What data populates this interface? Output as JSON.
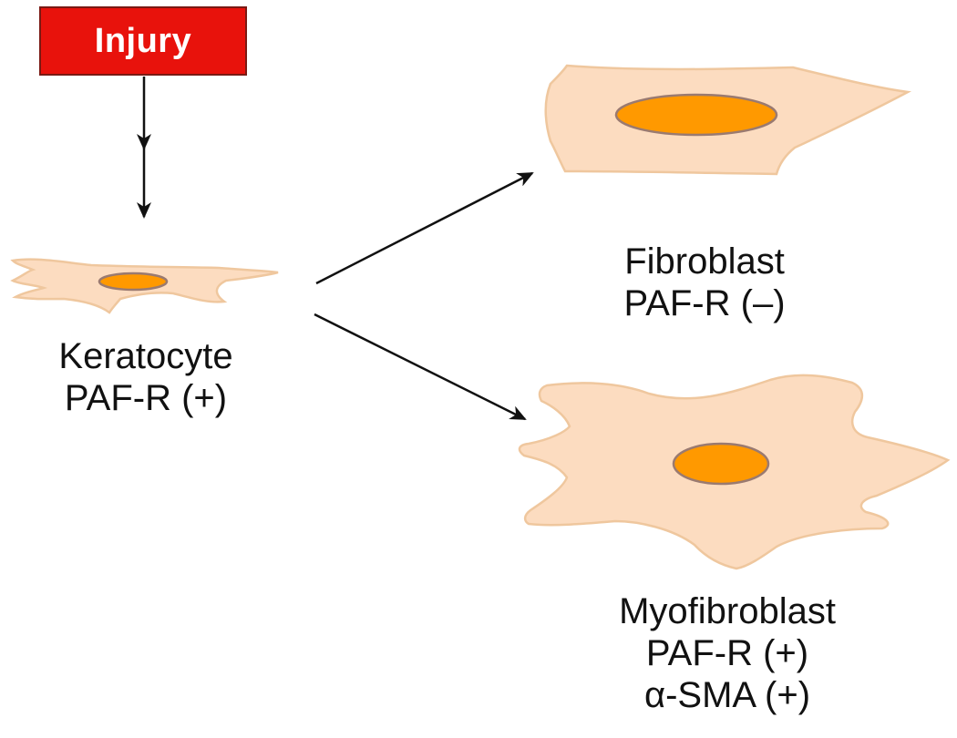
{
  "injury": {
    "label": "Injury",
    "color": "#e8120c"
  },
  "keratocyte": {
    "name": "Keratocyte",
    "marker": "PAF-R (+)"
  },
  "fibroblast": {
    "name": "Fibroblast",
    "marker": "PAF-R (–)"
  },
  "myofibroblast": {
    "name": "Myofibroblast",
    "marker_paf": "PAF-R (+)",
    "marker_sma": "α-SMA (+)"
  },
  "colors": {
    "cell_fill": "#fcdcc0",
    "cell_stroke": "#efc79e",
    "nucleus_fill": "#ff9900",
    "nucleus_stroke": "#9a7a70"
  }
}
